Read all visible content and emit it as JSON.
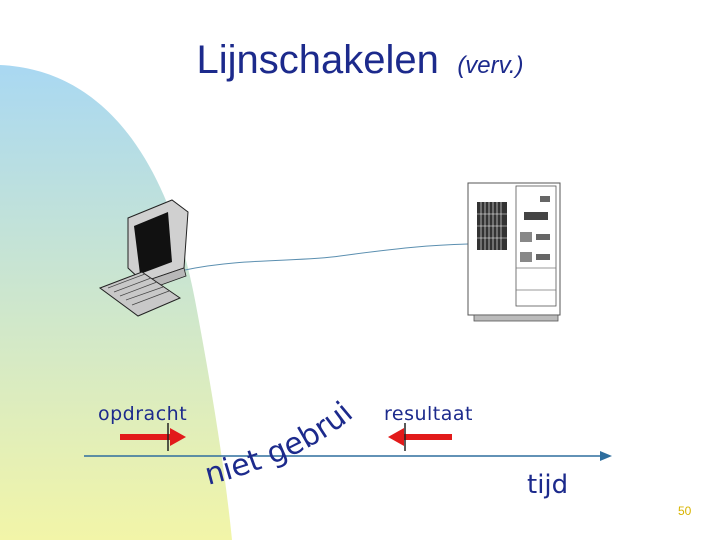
{
  "slide": {
    "title": "Lijnschakelen",
    "title_suffix": "(verv.)",
    "page_number": "50"
  },
  "diagram": {
    "request_label": "opdracht",
    "result_label": "resultaat",
    "time_label": "tijd",
    "curved_text": "niet gebruikt",
    "nodes": [
      "computer-terminal-icon",
      "mainframe-computer-icon"
    ]
  },
  "colors": {
    "text": "#1c2a8c",
    "arrow": "#e21a1a",
    "background_gradient_from": "#a9d8f2",
    "background_gradient_to": "#f2f5a8",
    "page_number": "#d8b400"
  }
}
